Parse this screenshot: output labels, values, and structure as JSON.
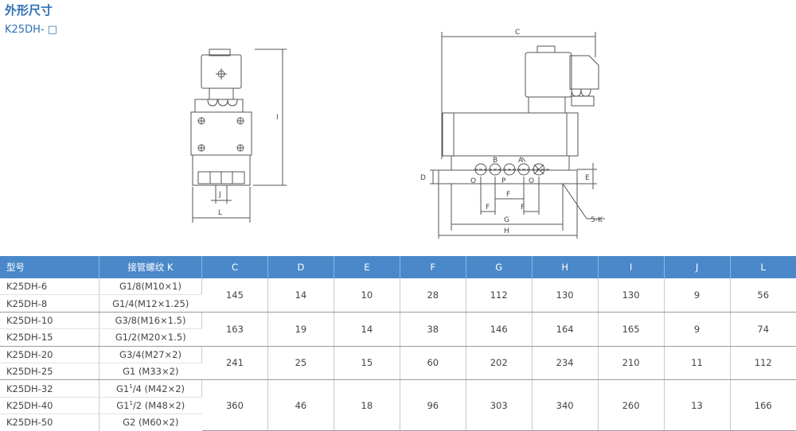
{
  "page": {
    "title": "外形尺寸",
    "subtitle": "K25DH- □"
  },
  "drawing": {
    "labels": {
      "C": "C",
      "I": "I",
      "D": "D",
      "E": "E",
      "F": "F",
      "G": "G",
      "H": "H",
      "J": "J",
      "L": "L",
      "A": "A",
      "B": "B",
      "P": "P",
      "O": "O",
      "K5": "5-K"
    }
  },
  "table": {
    "headers": [
      "型号",
      "接管螺纹 K",
      "C",
      "D",
      "E",
      "F",
      "G",
      "H",
      "I",
      "J",
      "L"
    ],
    "groups": [
      {
        "rows": [
          {
            "model": "K25DH-6",
            "thread": "G1/8(M10×1)"
          },
          {
            "model": "K25DH-8",
            "thread": "G1/4(M12×1.25)"
          }
        ],
        "values": [
          "145",
          "14",
          "10",
          "28",
          "112",
          "130",
          "130",
          "9",
          "56"
        ]
      },
      {
        "rows": [
          {
            "model": "K25DH-10",
            "thread": "G3/8(M16×1.5)"
          },
          {
            "model": "K25DH-15",
            "thread": "G1/2(M20×1.5)"
          }
        ],
        "values": [
          "163",
          "19",
          "14",
          "38",
          "146",
          "164",
          "165",
          "9",
          "74"
        ]
      },
      {
        "rows": [
          {
            "model": "K25DH-20",
            "thread": "G3/4(M27×2)"
          },
          {
            "model": "K25DH-25",
            "thread": "G1 (M33×2)"
          }
        ],
        "values": [
          "241",
          "25",
          "15",
          "60",
          "202",
          "234",
          "210",
          "11",
          "112"
        ]
      },
      {
        "rows": [
          {
            "model": "K25DH-32",
            "thread_main": "G1",
            "thread_sup": "1",
            "thread_rest": "/4 (M42×2)"
          },
          {
            "model": "K25DH-40",
            "thread_main": "G1",
            "thread_sup": "1",
            "thread_rest": "/2 (M48×2)"
          },
          {
            "model": "K25DH-50",
            "thread": "G2 (M60×2)"
          }
        ],
        "values": [
          "360",
          "46",
          "18",
          "96",
          "303",
          "340",
          "260",
          "13",
          "166"
        ]
      }
    ]
  }
}
